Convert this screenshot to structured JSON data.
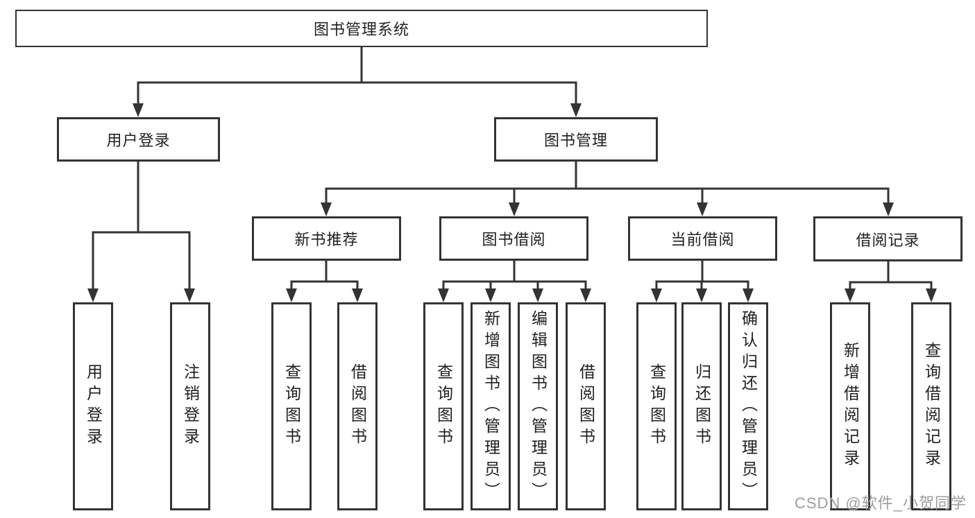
{
  "diagram": {
    "root_label": "图书管理系统",
    "level2": {
      "user_login": "用户登录",
      "book_management": "图书管理"
    },
    "level3": {
      "new_book_recommend": "新书推荐",
      "book_borrow": "图书借阅",
      "current_borrow": "当前借阅",
      "borrow_records": "借阅记录"
    },
    "leaves": {
      "user_login_action": "用户登录",
      "logout_action": "注销登录",
      "recommend_query_book": "查询图书",
      "recommend_borrow_book": "借阅图书",
      "borrow_query_book": "查询图书",
      "borrow_add_book_admin": "新增图书（管理员）",
      "borrow_edit_book_admin": "编辑图书（管理员）",
      "borrow_borrow_book": "借阅图书",
      "current_query_book": "查询图书",
      "current_return_book": "归还图书",
      "current_confirm_return_admin": "确认归还（管理员）",
      "records_add_record": "新增借阅记录",
      "records_query_record": "查询借阅记录"
    },
    "watermark": "CSDN @软件_小贺同学",
    "colors": {
      "line": "#333333",
      "text": "#1f1f1f",
      "watermark": "#9d9d9d",
      "background": "#ffffff"
    }
  }
}
